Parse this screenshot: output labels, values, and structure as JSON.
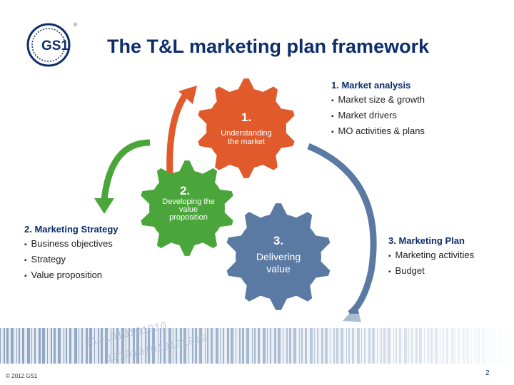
{
  "title": "The T&L marketing plan framework",
  "logo": {
    "text": "GS1",
    "reg": "®"
  },
  "gears": {
    "g1": {
      "number": "1.",
      "caption": "Understanding the market",
      "color": "#e05a2b"
    },
    "g2": {
      "number": "2.",
      "caption_l1": "Developing the",
      "caption_l2": "value",
      "caption_l3": "proposition",
      "color": "#4aa63a"
    },
    "g3": {
      "number": "3.",
      "caption_l1": "Delivering",
      "caption_l2": "value",
      "color": "#5a7aa3"
    }
  },
  "market_analysis": {
    "heading": "1. Market analysis",
    "items": [
      "Market size & growth",
      "Market drivers",
      "MO activities & plans"
    ]
  },
  "marketing_strategy": {
    "heading": "2. Marketing Strategy",
    "items": [
      "Business objectives",
      "Strategy",
      "Value proposition"
    ]
  },
  "marketing_plan": {
    "heading": "3. Marketing Plan",
    "items": [
      "Marketing activities",
      "Budget"
    ]
  },
  "footer": {
    "copyright": "© 2012 GS1",
    "page": "2"
  },
  "colors": {
    "navy": "#0d2d6c",
    "orange": "#e05a2b",
    "green": "#4aa63a",
    "blue": "#5a7aa3"
  }
}
